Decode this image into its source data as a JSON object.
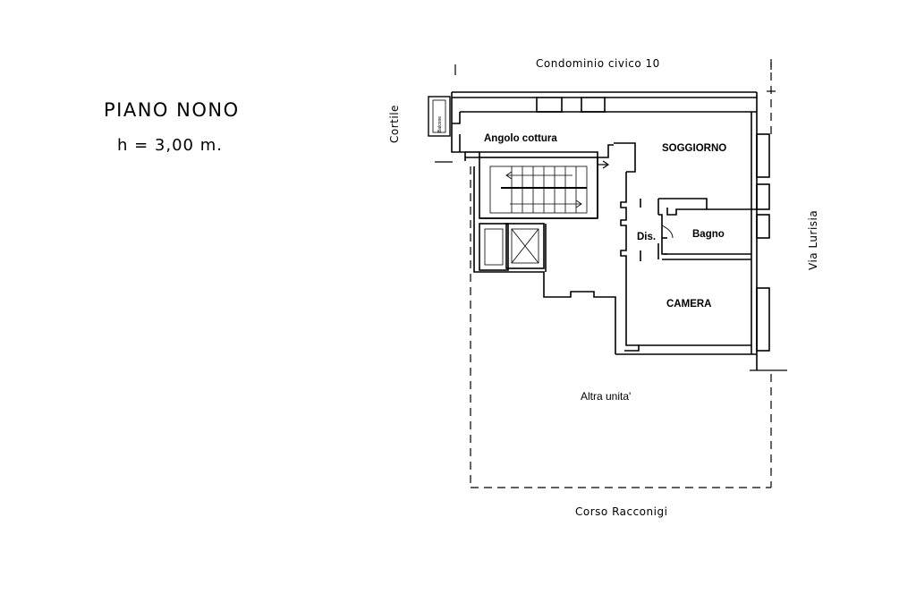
{
  "header": {
    "floor_title": "PIANO NONO",
    "floor_height": "h = 3,00 m."
  },
  "streets": {
    "top": "Condominio civico 10",
    "bottom": "Corso Racconigi",
    "left": "Cortile",
    "right": "Via Lurisia"
  },
  "rooms": {
    "balcony": "Balcone",
    "kitchenette": "Angolo cottura",
    "living": "SOGGIORNO",
    "hall": "Dis.",
    "bath": "Bagno",
    "bedroom": "CAMERA",
    "other_unit": "Altra unita'"
  },
  "colors": {
    "ink": "#000000",
    "paper": "#ffffff"
  }
}
